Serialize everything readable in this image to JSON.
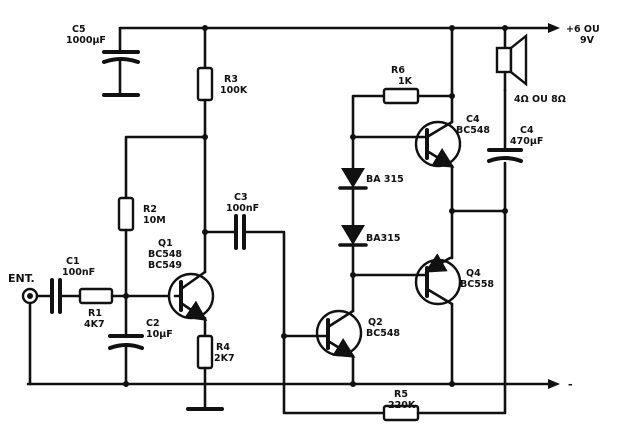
{
  "power": {
    "positive_label": "+6 OU",
    "positive_label_2": "9V",
    "negative_label": "-"
  },
  "input": {
    "label": "ENT."
  },
  "speaker": {
    "label": "4Ω OU 8Ω"
  },
  "components": {
    "c5": {
      "ref": "C5",
      "value": "1000µF"
    },
    "r3": {
      "ref": "R3",
      "value": "100K"
    },
    "r2": {
      "ref": "R2",
      "value": "10M"
    },
    "c1": {
      "ref": "C1",
      "value": "100nF"
    },
    "r1": {
      "ref": "R1",
      "value": "4K7"
    },
    "c2": {
      "ref": "C2",
      "value": "10µF"
    },
    "q1": {
      "ref": "Q1",
      "value": "BC548",
      "value2": "BC549"
    },
    "r4": {
      "ref": "R4",
      "value": "2K7"
    },
    "c3": {
      "ref": "C3",
      "value": "100nF"
    },
    "r6": {
      "ref": "R6",
      "value": "1K"
    },
    "d1": {
      "value": "BA 315"
    },
    "d2": {
      "value": "BA315"
    },
    "q2": {
      "ref": "Q2",
      "value": "BC548"
    },
    "q3": {
      "ref": "C4",
      "value": "BC548"
    },
    "c4": {
      "ref": "C4",
      "value": "470µF"
    },
    "q4": {
      "ref": "Q4",
      "value": "BC558"
    },
    "r5": {
      "ref": "R5",
      "value": "220K"
    }
  }
}
